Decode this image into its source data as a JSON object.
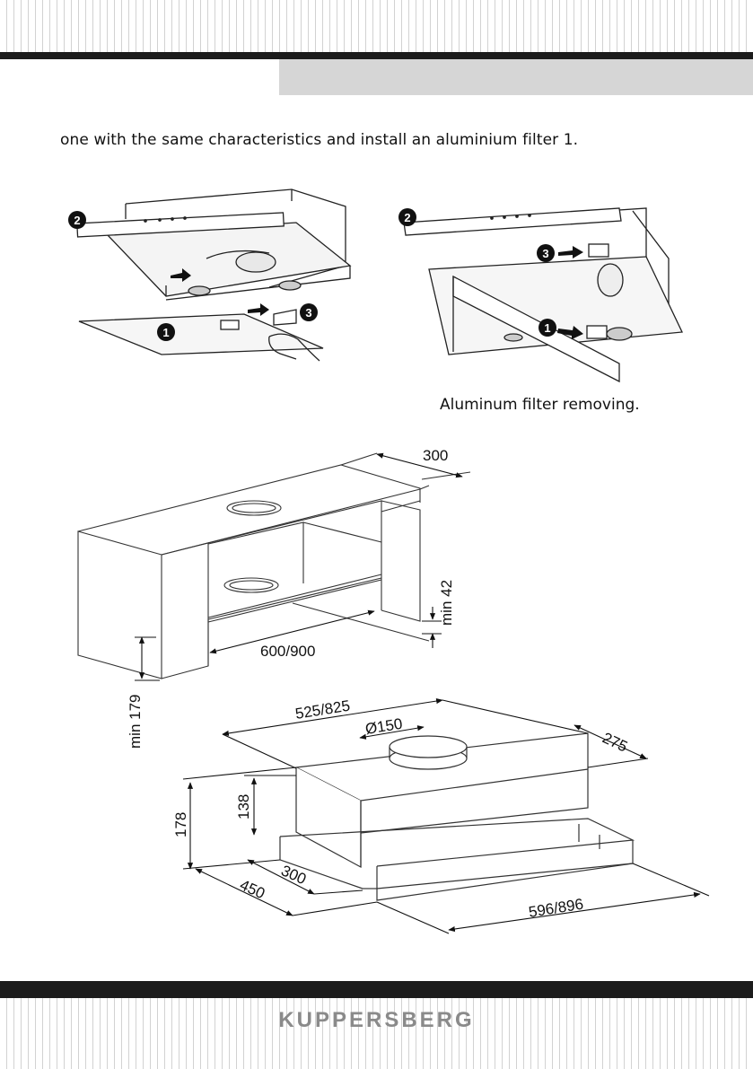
{
  "instructions": {
    "text": "one with the same characteristics and install an aluminium filter 1."
  },
  "figures": {
    "callouts": [
      "1",
      "2",
      "3"
    ],
    "caption": "Aluminum filter removing."
  },
  "installation_diagram": {
    "depth_label": "300",
    "min_gap_label": "min 42",
    "width_label": "600/900",
    "min_height_label": "min 179"
  },
  "dimensions_diagram": {
    "body_width_label": "525/825",
    "duct_label": "Ø150",
    "body_depth_label": "275",
    "body_height_label": "138",
    "total_height_label": "178",
    "front_depth_label": "300",
    "total_depth_label": "450",
    "total_width_label": "596/896"
  },
  "footer": {
    "brand": "KUPPERSBERG"
  }
}
